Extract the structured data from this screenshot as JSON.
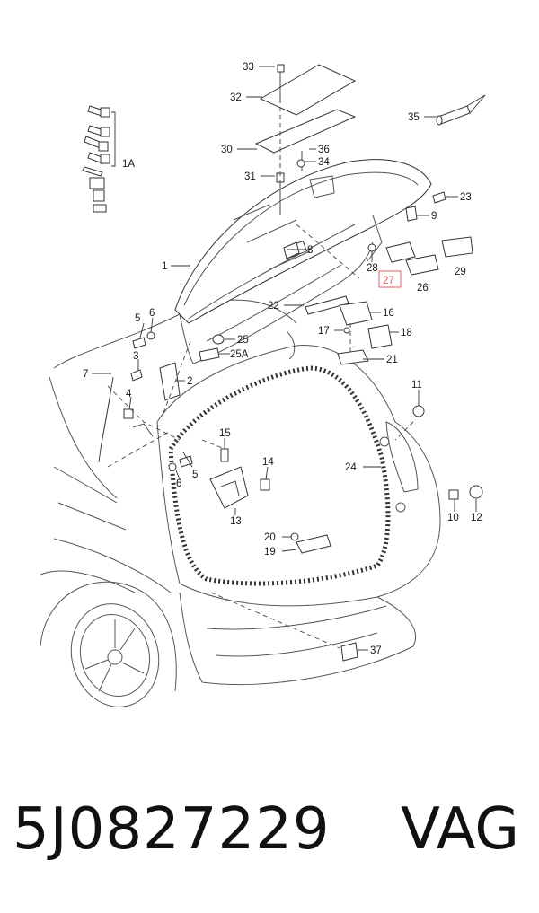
{
  "diagram": {
    "callouts": {
      "c33": "33",
      "c32": "32",
      "c35": "35",
      "c1A": "1A",
      "c30": "30",
      "c36": "36",
      "c34": "34",
      "c31": "31",
      "c23": "23",
      "c9": "9",
      "c8": "8",
      "c1": "1",
      "c28": "28",
      "c27": "27",
      "c26": "26",
      "c29": "29",
      "c22": "22",
      "c16": "16",
      "c17": "17",
      "c18": "18",
      "c6a": "6",
      "c5a": "5",
      "c25": "25",
      "c25A": "25A",
      "c7": "7",
      "c3": "3",
      "c2": "2",
      "c4": "4",
      "c21": "21",
      "c11": "11",
      "c15": "15",
      "c5b": "5",
      "c6b": "6",
      "c14": "14",
      "c24": "24",
      "c13": "13",
      "c10": "10",
      "c12": "12",
      "c20": "20",
      "c19": "19",
      "c37": "37"
    },
    "highlight_color": "#e06060"
  },
  "footer": {
    "part_number": "5J0827229",
    "brand": "VAG"
  }
}
